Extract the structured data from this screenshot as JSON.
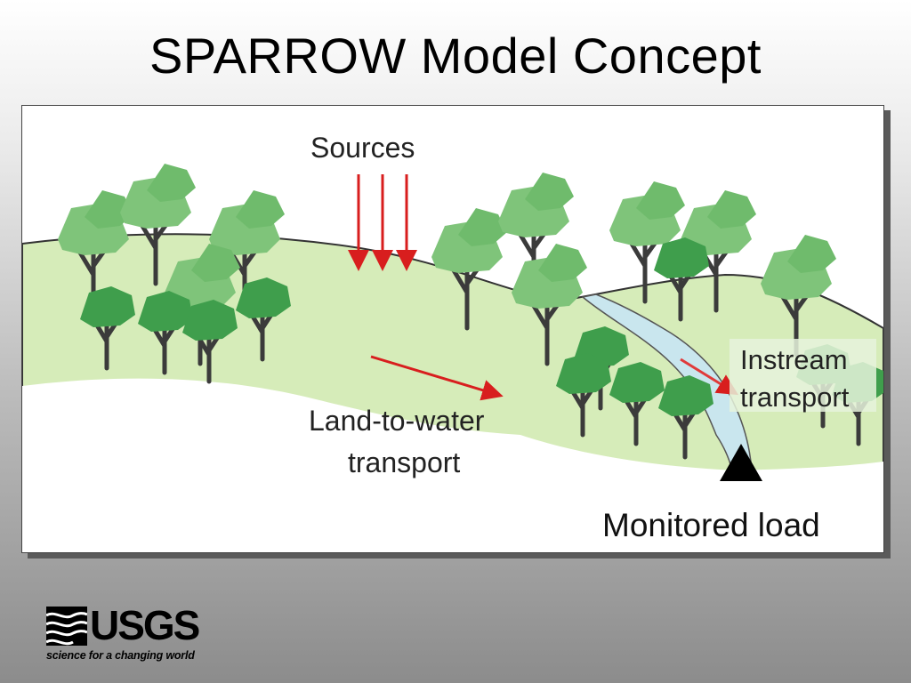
{
  "slide": {
    "title": "SPARROW Model Concept"
  },
  "diagram": {
    "labels": {
      "sources": "Sources",
      "land_to_water_line1": "Land-to-water",
      "land_to_water_line2": "transport",
      "instream_line1": "Instream",
      "instream_line2": "transport",
      "monitored_load": "Monitored load"
    },
    "colors": {
      "arrow": "#d81e1e",
      "hill": "#d6ecb9",
      "tree_light": "#7fc47a",
      "tree_dark": "#3f9e4c",
      "trunk": "#3b3b3b",
      "stream": "#c9e6ee",
      "marker": "#000000"
    },
    "icons": {
      "monitoring_site": "triangle-marker-icon",
      "tree": "tree-icon"
    }
  },
  "logo": {
    "wordmark": "USGS",
    "tagline": "science for a changing world"
  }
}
